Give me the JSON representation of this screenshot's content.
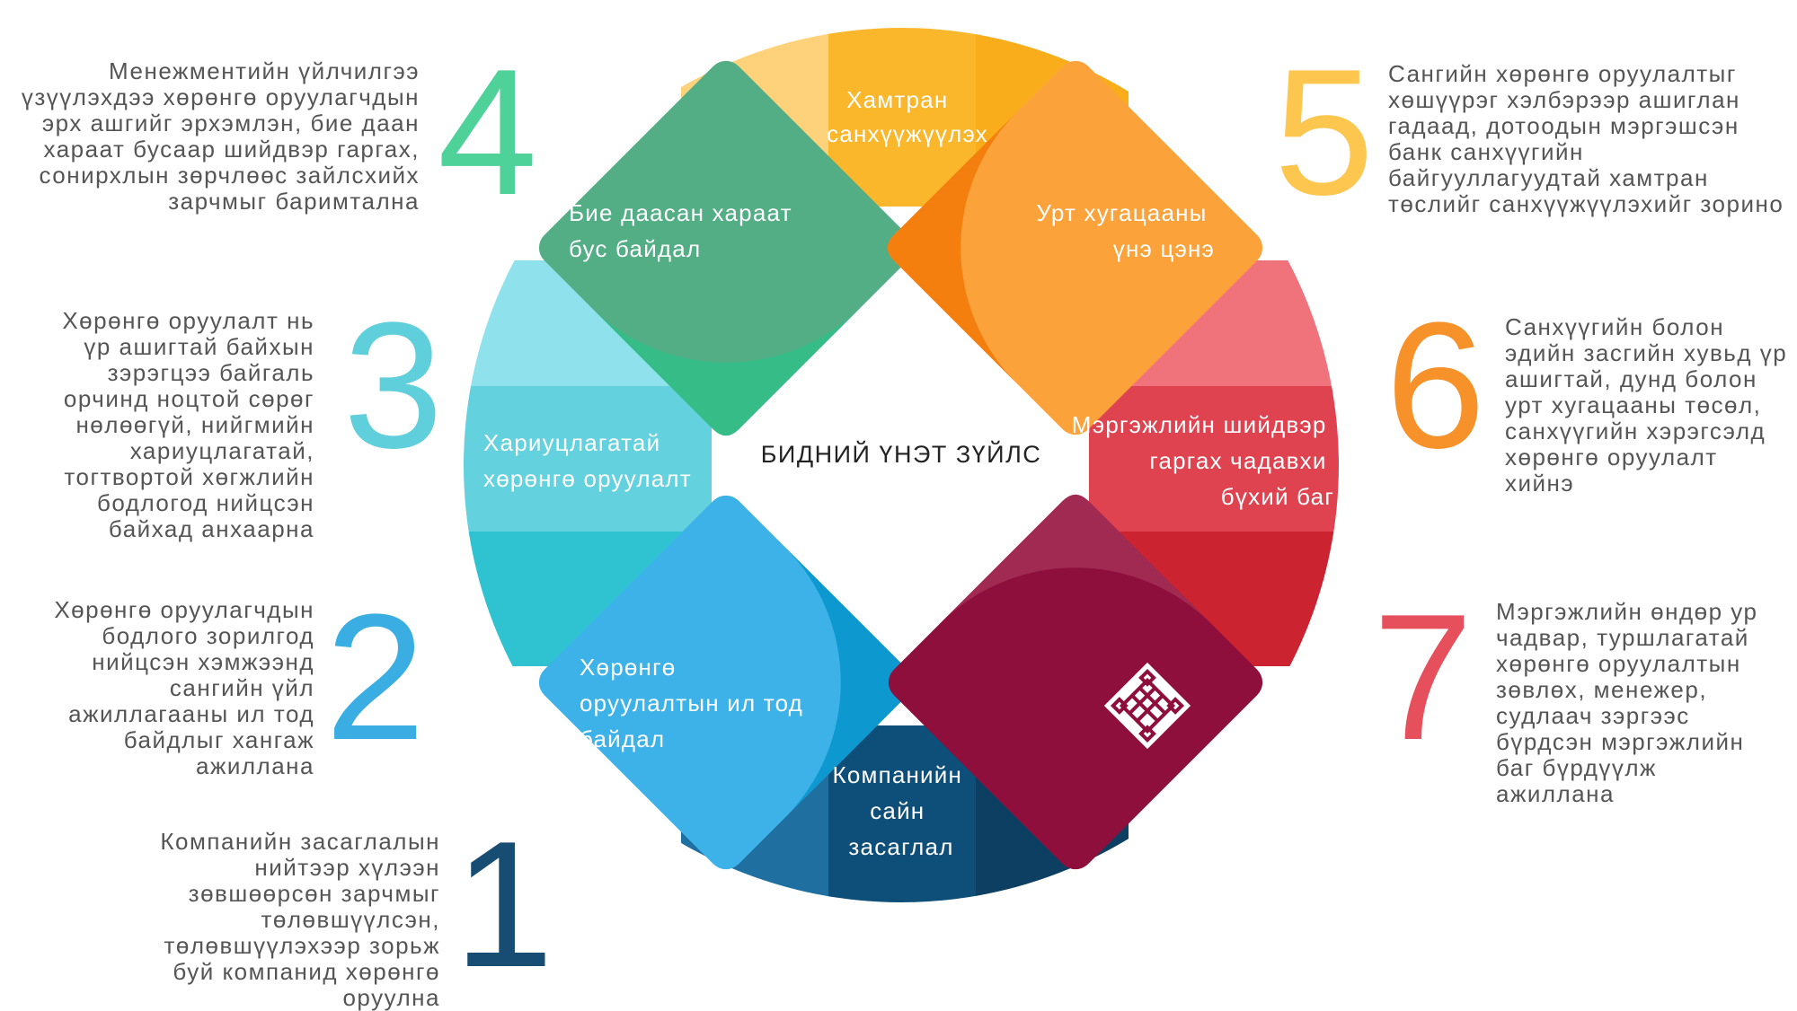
{
  "center_title": "БИДНИЙ ҮНЭТ ЗҮЙЛС",
  "values": [
    {
      "number": "1",
      "color": "#174d73",
      "segment": [
        "Компанийн",
        "сайн",
        "засаглал"
      ],
      "description": [
        "Компанийн засаглалын",
        "нийтээр хүлээн",
        "зөвшөөрсөн зарчмыг",
        "төлөвшүүлсэн,",
        "төлөвшүүлэхээр зорьж",
        "буй компанид хөрөнгө",
        "оруулна"
      ]
    },
    {
      "number": "2",
      "color": "#3aaee2",
      "segment": [
        "Хөрөнгө",
        "оруулалтын ил тод",
        "байдал"
      ],
      "description": [
        "Хөрөнгө оруулагчдын",
        "бодлого зорилгод",
        "нийцсэн хэмжээнд",
        "сангийн үйл",
        "ажиллагааны ил тод",
        "байдлыг хангаж",
        "ажиллана"
      ]
    },
    {
      "number": "3",
      "color": "#5fcfdc",
      "segment": [
        "Хариуцлагатай",
        "хөрөнгө оруулалт"
      ],
      "description": [
        "Хөрөнгө оруулалт нь",
        "үр ашигтай байхын",
        "зэрэгцээ байгаль",
        "орчинд ноцтой сөрөг",
        "нөлөөгүй, нийгмийн",
        "хариуцлагатай,",
        "тогтвортой хөгжлийн",
        "бодлогод нийцсэн",
        "байхад анхаарна"
      ]
    },
    {
      "number": "4",
      "color": "#4cc996",
      "segment": [
        "Бие даасан хараат",
        "бус байдал"
      ],
      "description": [
        "Менежментийн үйлчилгээ",
        "үзүүлэхдээ хөрөнгө оруулагчдын",
        "эрх ашгийг эрхэмлэн, бие даан",
        "хараат бусаар шийдвэр гаргах,",
        "сонирхлын зөрчлөөс зайлсхийх",
        "зарчмыг баримтална"
      ]
    },
    {
      "number": "5",
      "color": "#fdc64f",
      "segment": [
        "Хамтран",
        "санхүүжүүлэх"
      ],
      "description": [
        "Сангийн хөрөнгө оруулалтыг",
        "хөшүүрэг хэлбэрээр ашиглан",
        "гадаад, дотоодын мэргэшсэн",
        "банк санхүүгийн",
        "байгууллагуудтай хамтран",
        "төслийг санхүүжүүлэхийг зорино"
      ]
    },
    {
      "number": "6",
      "color": "#f7922a",
      "segment": [
        "Урт хугацааны",
        "үнэ цэнэ"
      ],
      "description": [
        "Санхүүгийн болон",
        "эдийн засгийн хувьд үр",
        "ашигтай, дунд болон",
        "урт хугацааны төсөл,",
        "санхүүгийн хэрэгсэлд",
        "хөрөнгө оруулалт",
        "хийнэ"
      ]
    },
    {
      "number": "7",
      "color": "#e5505c",
      "segment": [
        "Мэргэжлийн шийдвэр",
        "гаргах чадавхи",
        "бүхий баг"
      ],
      "description": [
        "Мэргэжлийн өндөр ур",
        "чадвар, туршлагатай",
        "хөрөнгө оруулалтын",
        "зөвлөх, менежер,",
        "судлаач зэргээс",
        "бүрдсэн мэргэжлийн",
        "баг бүрдүүлж",
        "ажиллана"
      ]
    }
  ],
  "logo_segment": {
    "icon": "endless-knot-icon",
    "colors": [
      "#8e0f3b",
      "#a02a52"
    ]
  },
  "segment_colors": {
    "top": [
      "#fdd27a",
      "#fbb72b",
      "#f9ad1b"
    ],
    "upper_right": [
      "#fca23a",
      "#f57f0e"
    ],
    "right": [
      "#f0737c",
      "#df4350",
      "#cc2331"
    ],
    "lower_right": [
      "#a02a52",
      "#8e0f3b"
    ],
    "bottom": [
      "#1f6fa0",
      "#0e4f7a",
      "#0d3f62"
    ],
    "lower_left": [
      "#3db2e8",
      "#0e98d0"
    ],
    "left": [
      "#8fe1ec",
      "#63d1de",
      "#2fc3d2"
    ],
    "upper_left": [
      "#53ad85",
      "#36bd87"
    ]
  }
}
